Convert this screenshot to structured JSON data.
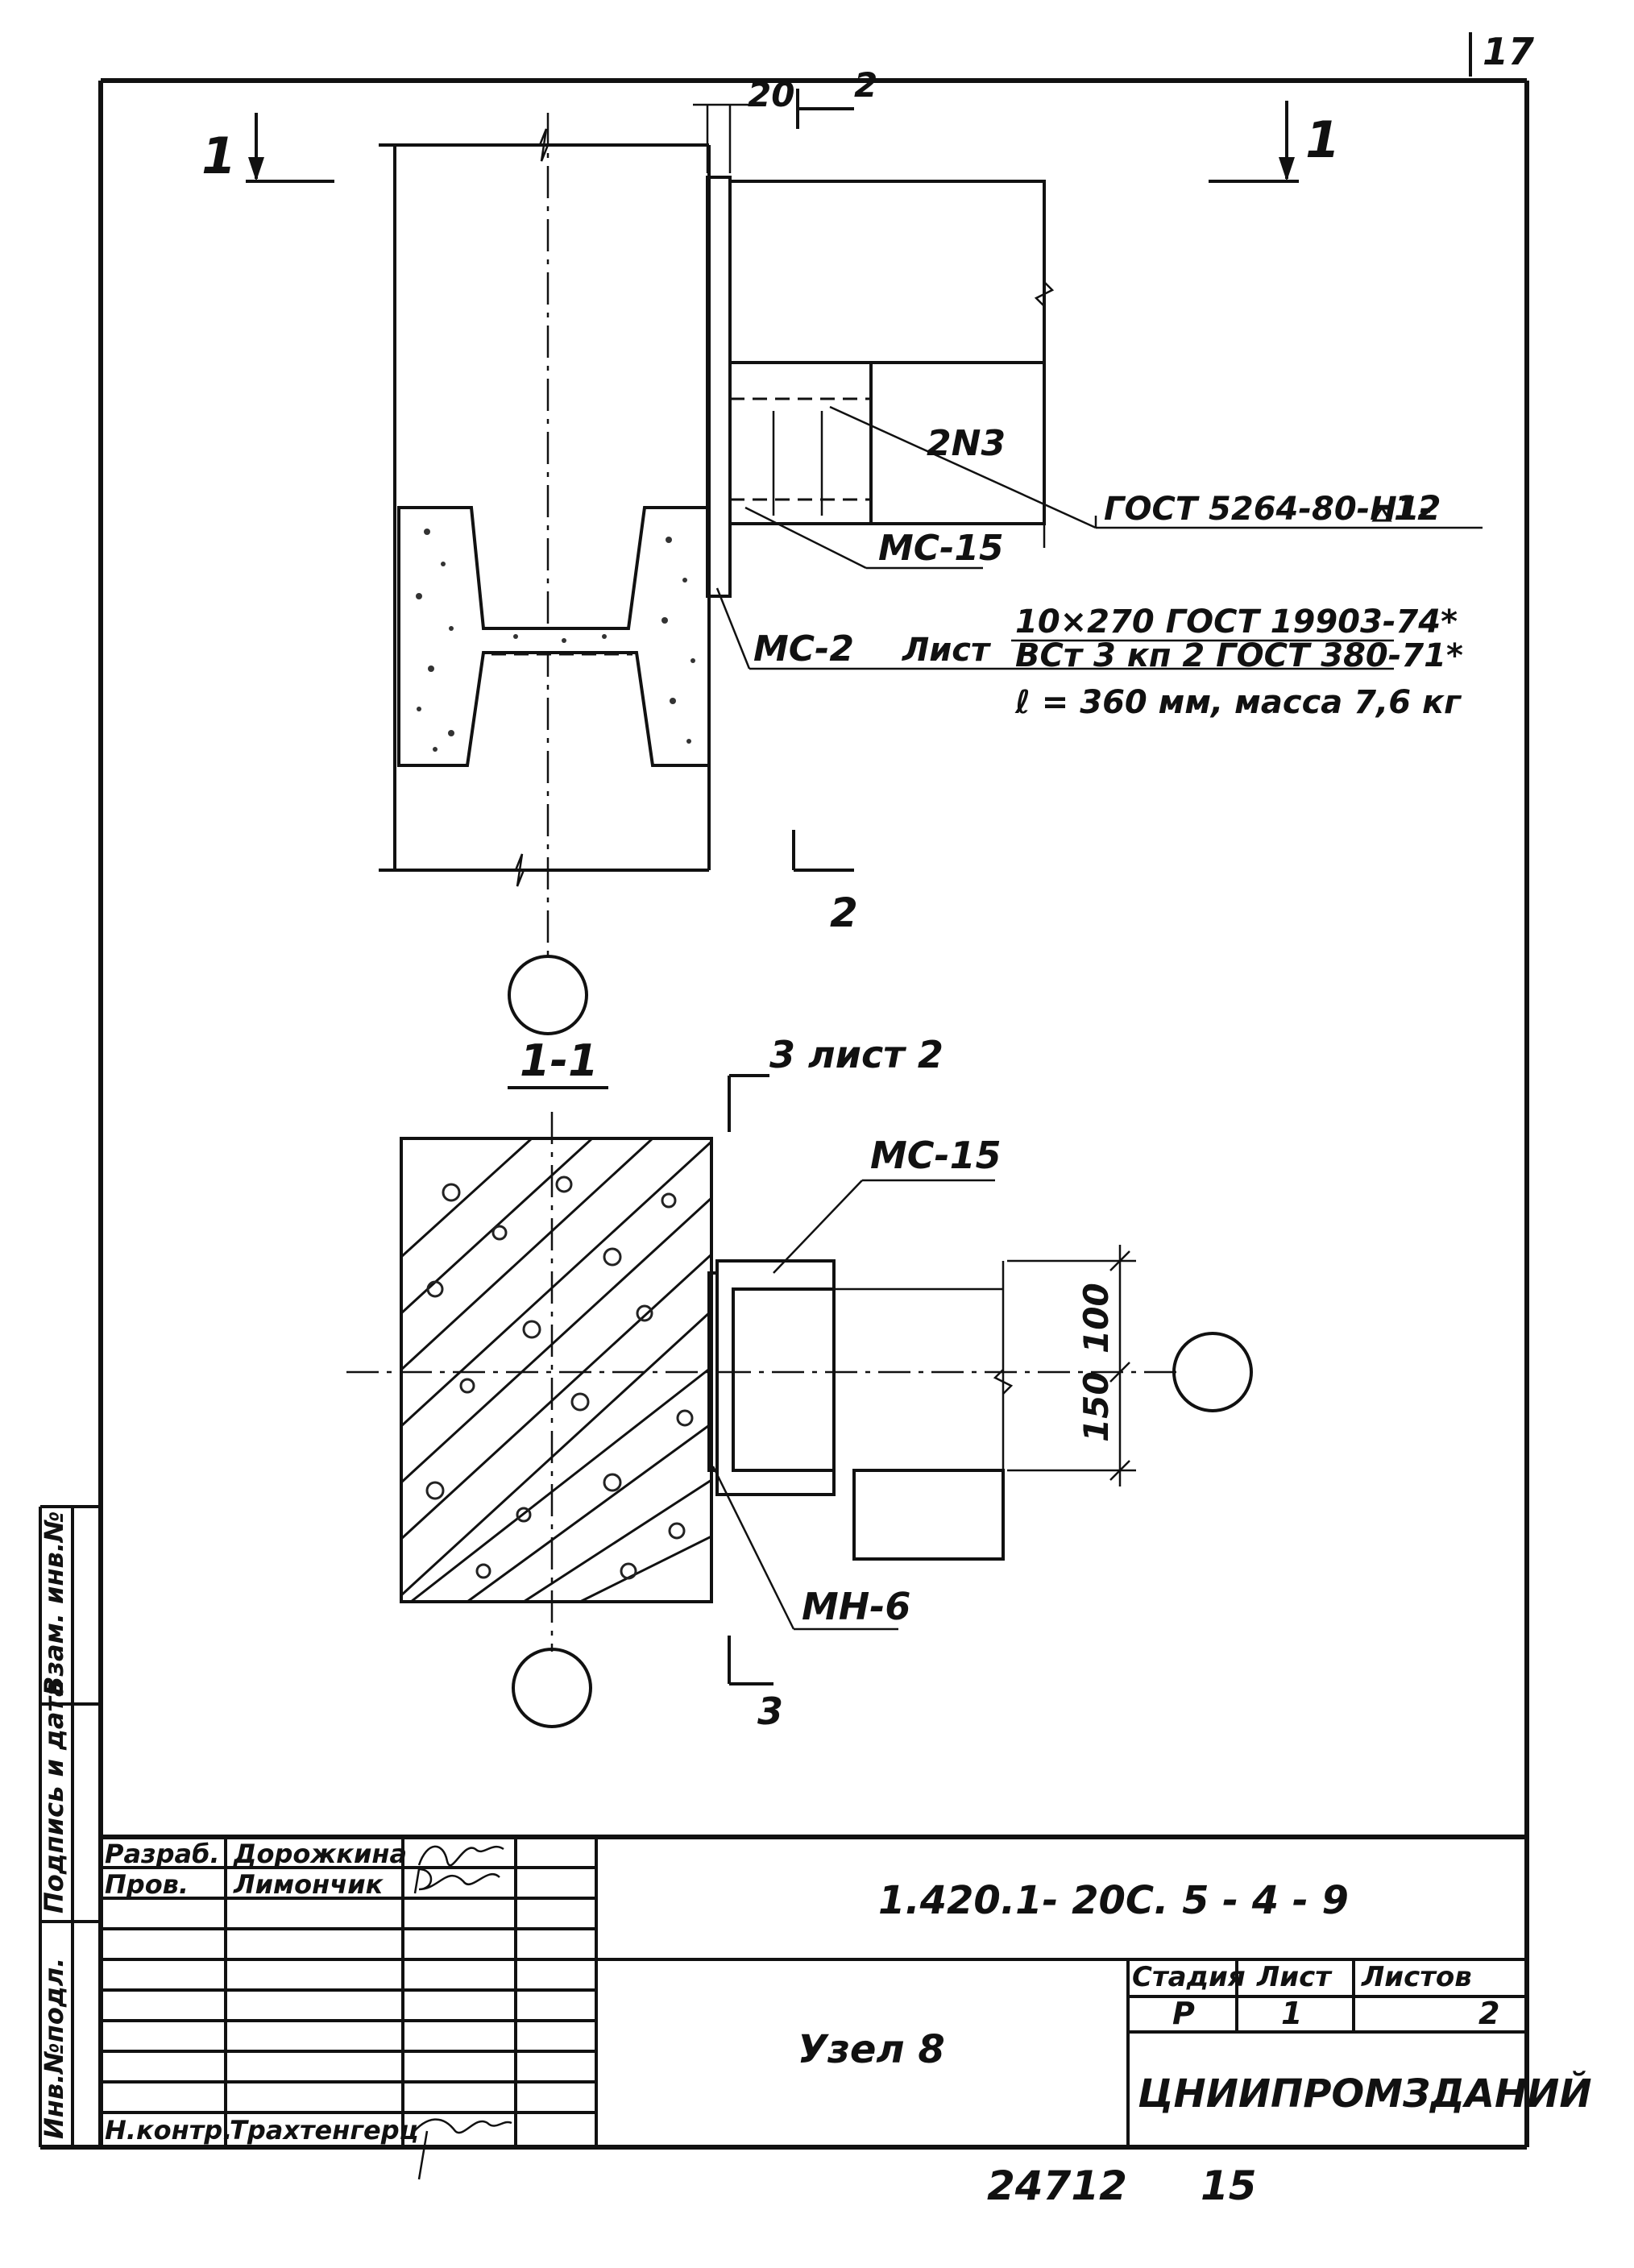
{
  "page_number": "17",
  "top_view": {
    "section_mark_left": "1",
    "section_mark_right": "1",
    "section_mark_top": "2",
    "section_mark_bottom": "2",
    "dimension_top": "20",
    "weld_label": "2N3",
    "weld_spec": "ГОСТ 5264-80-Н1-",
    "weld_size": "12",
    "part_mc15": "МС-15",
    "part_mc2": "МС-2",
    "plate_prefix": "Лист",
    "plate_line1": "10×270 ГОСТ 19903-74*",
    "plate_line2": "ВСт 3 кп 2 ГОСТ 380-71*",
    "plate_line3": "ℓ = 360 мм, масса 7,6 кг"
  },
  "section_view": {
    "title": "1-1",
    "ref_mark_top": "3 лист 2",
    "ref_mark_bottom": "3",
    "part_mc15": "МС-15",
    "part_mh6": "МН-6",
    "dim_upper": "100",
    "dim_lower": "150"
  },
  "title_block": {
    "side_labels": [
      "Взам. инв.№",
      "Подпись и дата",
      "Инв.№подл."
    ],
    "roles": [
      {
        "role": "Разраб.",
        "name": "Дорожкина",
        "signature": "Dor"
      },
      {
        "role": "Пров.",
        "name": "Лимончик",
        "signature": "Lim"
      },
      {
        "role": "Н.контр.",
        "name": "Трахтенгерц",
        "signature": "Trh"
      }
    ],
    "doc_code": "1.420.1- 20С. 5 - 4 - 9",
    "title": "Узел 8",
    "stage_header": "Стадия",
    "sheet_header": "Лист",
    "sheets_header": "Листов",
    "stage_value": "Р",
    "sheet_value": "1",
    "sheets_value": "2",
    "organization": "ЦНИИПРОМЗДАНИЙ"
  },
  "footer": {
    "archive_number": "24712",
    "page": "15"
  }
}
